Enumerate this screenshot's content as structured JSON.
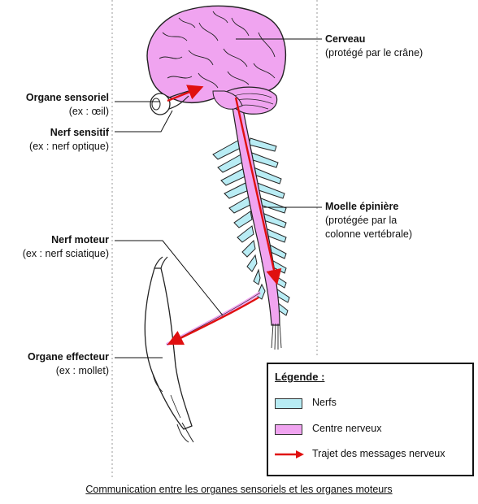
{
  "labels": {
    "cerveau": {
      "title": "Cerveau",
      "sub": "(protégé par le crâne)"
    },
    "organe_sensoriel": {
      "title": "Organe sensoriel",
      "sub": "(ex : œil)"
    },
    "nerf_sensitif": {
      "title": "Nerf sensitif",
      "sub": "(ex : nerf optique)"
    },
    "moelle": {
      "title": "Moelle épinière",
      "sub1": "(protégée par la",
      "sub2": "colonne vertébrale)"
    },
    "nerf_moteur": {
      "title": "Nerf moteur",
      "sub": "(ex : nerf sciatique)"
    },
    "organe_effecteur": {
      "title": "Organe effecteur",
      "sub": "(ex : mollet)"
    }
  },
  "legend": {
    "title": "Légende :",
    "items": [
      {
        "label": "Nerfs",
        "color": "#b8ecf4"
      },
      {
        "label": "Centre nerveux",
        "color": "#f0a4f0"
      },
      {
        "label": "Trajet des messages nerveux",
        "color": "#e01010"
      }
    ]
  },
  "caption": "Communication entre les organes sensoriels et les organes moteurs",
  "colors": {
    "brain": "#f0a4f0",
    "nerves": "#b8ecf4",
    "arrow": "#e01010"
  }
}
